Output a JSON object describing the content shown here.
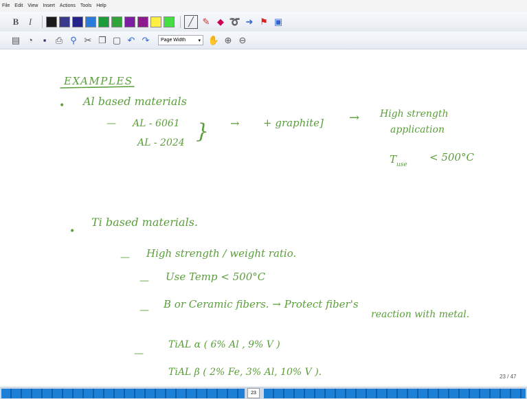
{
  "menu": [
    "File",
    "Edit",
    "View",
    "Insert",
    "Actions",
    "Tools",
    "Help"
  ],
  "toolbar": {
    "zoom_label": "Page Width",
    "pen_colors": [
      "#1a1a1a",
      "#3a3a8c",
      "#23238c",
      "#2b7bd8",
      "#1f9c3a",
      "#2ea43a",
      "#7b1fa2",
      "#8e1a8e",
      "#ffee44",
      "#44dd44"
    ]
  },
  "notes": {
    "heading": "EXAMPLES",
    "bullet": "•",
    "al_title": "Al based materials",
    "al_dash": "—",
    "al_alloy_1": "AL - 6061",
    "al_alloy_2": "AL - 2024",
    "al_brace": "}",
    "al_arrow": "→",
    "al_plus_graphite": "+ graphite]",
    "al_arrow2": "→",
    "al_app_1": "High strength",
    "al_app_2": "application",
    "al_tuse_T": "T",
    "al_tuse_sub": "use",
    "al_tuse_val": "< 500°C",
    "ti_title": "Ti based materials.",
    "ti_items": [
      {
        "dash": "—",
        "text": "High strength / weight ratio."
      },
      {
        "dash": "—",
        "text": "Use Temp   < 500°C"
      },
      {
        "dash": "—",
        "text": "B   or   Ceramic fibers.   → Protect fiber's"
      },
      {
        "dash": "",
        "text": "reaction with metal."
      },
      {
        "dash": "—",
        "text": "TiAL α   ( 6% Al ,  9% V )"
      },
      {
        "dash": "",
        "text": "TiAL β   ( 2% Fe,  3% Al,  10% V )."
      }
    ]
  },
  "page_counter": "23 / 47",
  "current_page": "23"
}
